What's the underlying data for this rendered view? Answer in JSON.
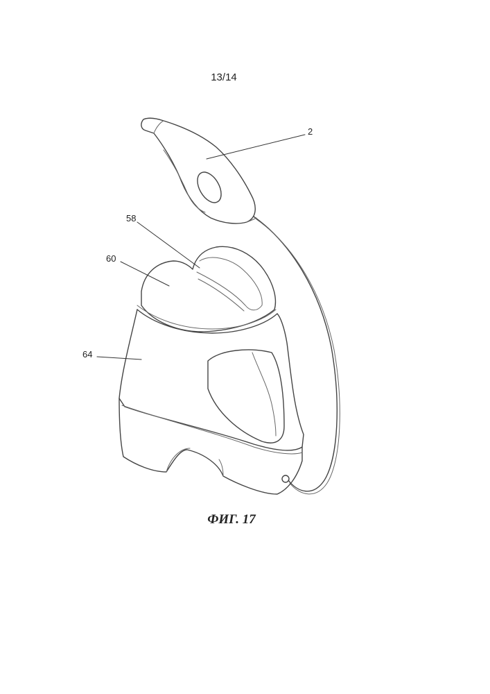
{
  "page": {
    "number": "13/14"
  },
  "figure": {
    "caption": "ФИГ. 17",
    "reference_labels": {
      "handpiece": "2",
      "recess": "58",
      "lid": "60",
      "body": "64"
    }
  }
}
